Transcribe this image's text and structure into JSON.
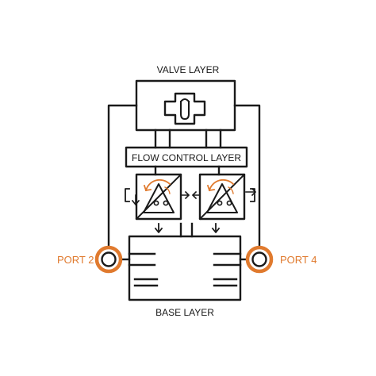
{
  "diagram": {
    "valve_layer_label": "VALVE LAYER",
    "flow_control_label": "FLOW CONTROL LAYER",
    "base_layer_label": "BASE LAYER",
    "port_left_label": "PORT 2",
    "port_right_label": "PORT 4"
  },
  "colors": {
    "line": "#1a1a1a",
    "accent": "#e07a2e",
    "background": "#ffffff"
  }
}
